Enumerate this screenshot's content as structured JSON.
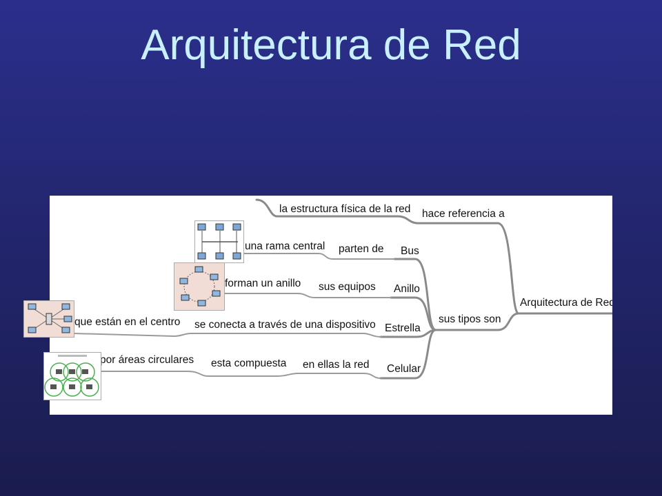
{
  "slide": {
    "title": "Arquitectura de Red"
  },
  "mindmap": {
    "root": "Arquitectura de Red",
    "definition_link": "hace referencia a",
    "definition": "la estructura física de la red",
    "types_link": "sus tipos son",
    "types": [
      {
        "name": "Bus",
        "link": "parten de",
        "description": "una rama central"
      },
      {
        "name": "Anillo",
        "link": "sus equipos",
        "description": "forman un anillo"
      },
      {
        "name": "Estrella",
        "link": "se conecta a través de una dispositivo",
        "description": "que están en el centro"
      },
      {
        "name": "Celular",
        "link": "en ellas la red",
        "link2": "esta compuesta",
        "description": "por áreas circulares"
      }
    ]
  },
  "thumbnails": [
    {
      "name": "bus-topology-thumbnail",
      "icon": "bus-network-icon"
    },
    {
      "name": "ring-topology-thumbnail",
      "icon": "ring-network-icon"
    },
    {
      "name": "star-topology-thumbnail",
      "icon": "star-network-icon"
    },
    {
      "name": "cellular-topology-thumbnail",
      "icon": "cellular-network-icon"
    }
  ]
}
